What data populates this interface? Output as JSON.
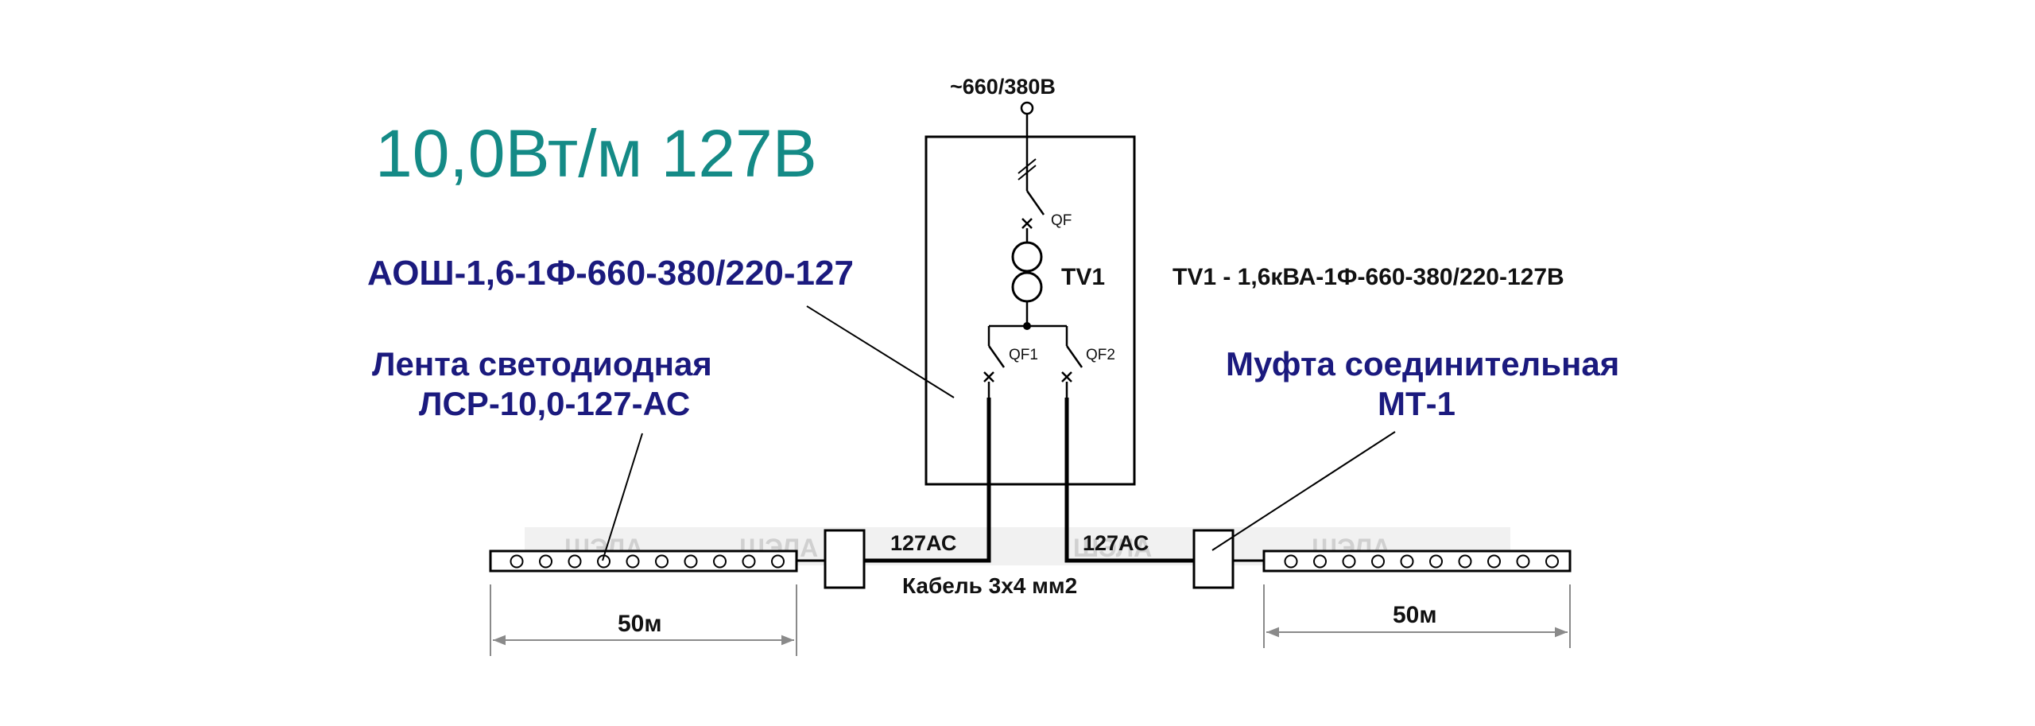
{
  "diagram": {
    "power_label": "10,0Вт/м 127В",
    "supply_voltage": "~660/380В",
    "unit_model": "АОШ-1,6-1Ф-660-380/220-127",
    "transformer_spec": "TV1 - 1,6кВА-1Ф-660-380/220-127В",
    "qf_label": "QF",
    "tv1_label": "TV1",
    "qf1_label": "QF1",
    "qf2_label": "QF2",
    "led_strip_line1": "Лента светодиодная",
    "led_strip_line2": "ЛСР-10,0-127-АС",
    "coupling_line1": "Муфта соединительная",
    "coupling_line2": "МТ-1",
    "line_left_label": "127АС",
    "line_right_label": "127АС",
    "cable_label": "Кабель 3х4 мм2",
    "left_length": "50м",
    "right_length": "50м",
    "watermark": "ШЭЛА"
  },
  "colors": {
    "power_label": "#148a86",
    "heading_blue": "#1b1a7e",
    "line": "#000000",
    "watermark": "#d0d0d0"
  }
}
